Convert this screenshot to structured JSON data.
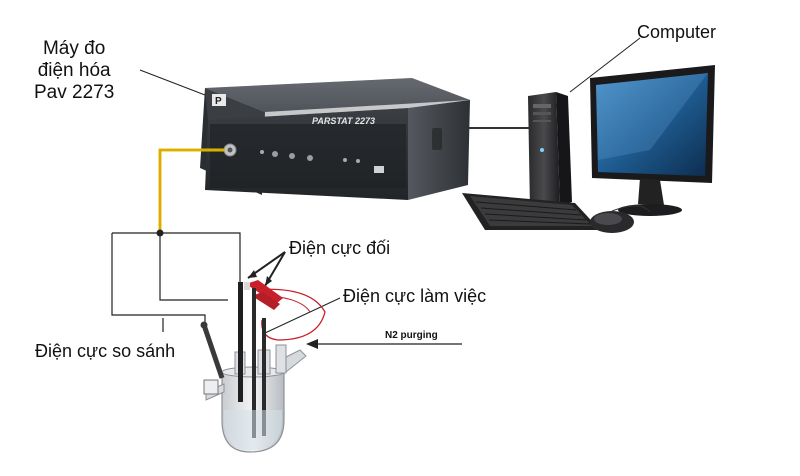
{
  "labels": {
    "device_line1": "Máy đo",
    "device_line2": "điện hóa",
    "device_line3": "Pav 2273",
    "computer": "Computer",
    "counter_electrode": "Điện cực đối",
    "working_electrode": "Điện cực làm việc",
    "reference_electrode": "Điện cực so sánh",
    "n2_purging": "N2 purging"
  },
  "device": {
    "model_text": "PARSTAT 2273",
    "logo_mark": "P"
  },
  "colors": {
    "cable_yellow": "#e8b800",
    "device_body": "#3a3d42",
    "device_front": "#2c2f33",
    "wire": "#222222",
    "clip_red": "#c8202a"
  },
  "icons": [
    "potentiostat-device",
    "computer-tower",
    "monitor",
    "keyboard",
    "mouse",
    "electrochemical-cell"
  ]
}
